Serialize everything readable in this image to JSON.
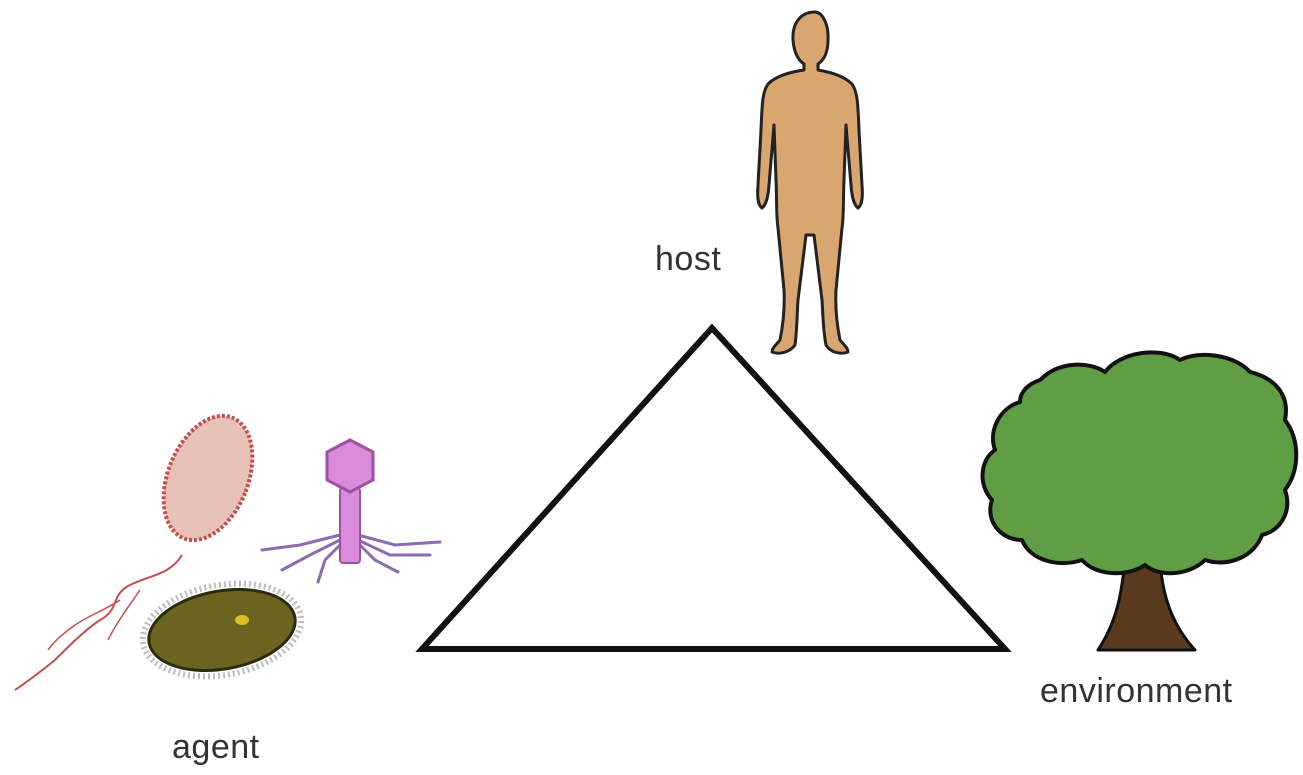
{
  "labels": {
    "host": "host",
    "environment": "environment",
    "agent": "agent"
  },
  "colors": {
    "triangle_stroke": "#111111",
    "human_fill": "#d9a66f",
    "tree_foliage": "#5f9e44",
    "tree_trunk": "#5a3a1e",
    "bacterium_fill": "#e8c2b8",
    "bacterium_outline": "#c0504d",
    "phage_fill": "#d98ad9",
    "phage_legs": "#8c6bb0",
    "protozoan_fill": "#6b6420",
    "protozoan_nucleus": "#e0c020"
  },
  "icons": {
    "host": "human-silhouette-icon",
    "environment": "tree-icon",
    "agent": [
      "bacterium-icon",
      "bacteriophage-icon",
      "protozoan-icon"
    ]
  }
}
